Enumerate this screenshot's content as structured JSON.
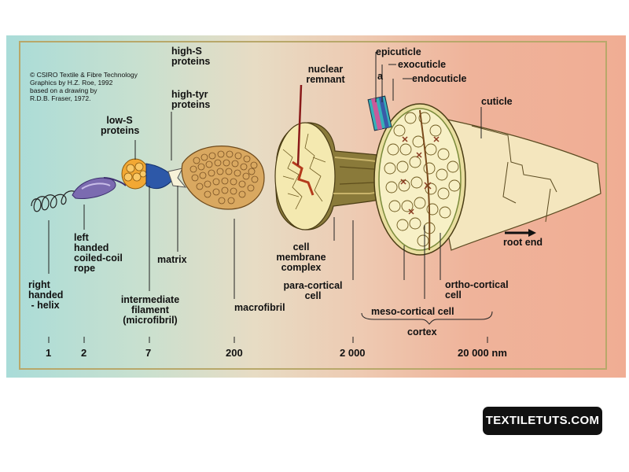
{
  "credit": {
    "line1": "© CSIRO Textile & Fibre Technology",
    "line2": "Graphics by H.Z. Roe, 1992",
    "line3": "based on a drawing by",
    "line4": "R.D.B. Fraser, 1972."
  },
  "labels": {
    "right_handed_helix": "right\nhanded\n - helix",
    "left_handed_coiled_coil_rope": "left\nhanded\ncoiled-coil\nrope",
    "low_s_proteins": "low-S\nproteins",
    "intermediate_filament": "intermediate\nfilament\n(microfibril)",
    "high_s_proteins": "high-S\nproteins",
    "high_tyr_proteins": "high-tyr\nproteins",
    "matrix": "matrix",
    "macrofibril": "macrofibril",
    "nuclear_remnant": "nuclear\nremnant",
    "cell_membrane_complex": "cell\nmembrane\ncomplex",
    "para_cortical_cell": "para-cortical\ncell",
    "epicuticle": "epicuticle",
    "exocuticle": "exocuticle",
    "a": "a",
    "endocuticle": "endocuticle",
    "cuticle": "cuticle",
    "root_end": "root end",
    "ortho_cortical_cell": "ortho-cortical\ncell",
    "meso_cortical_cell": "meso-cortical cell",
    "cortex": "cortex"
  },
  "scale": [
    "1",
    "2",
    "7",
    "200",
    "2 000",
    "20 000 nm"
  ],
  "brand": "TEXTILETUTS.COM"
}
